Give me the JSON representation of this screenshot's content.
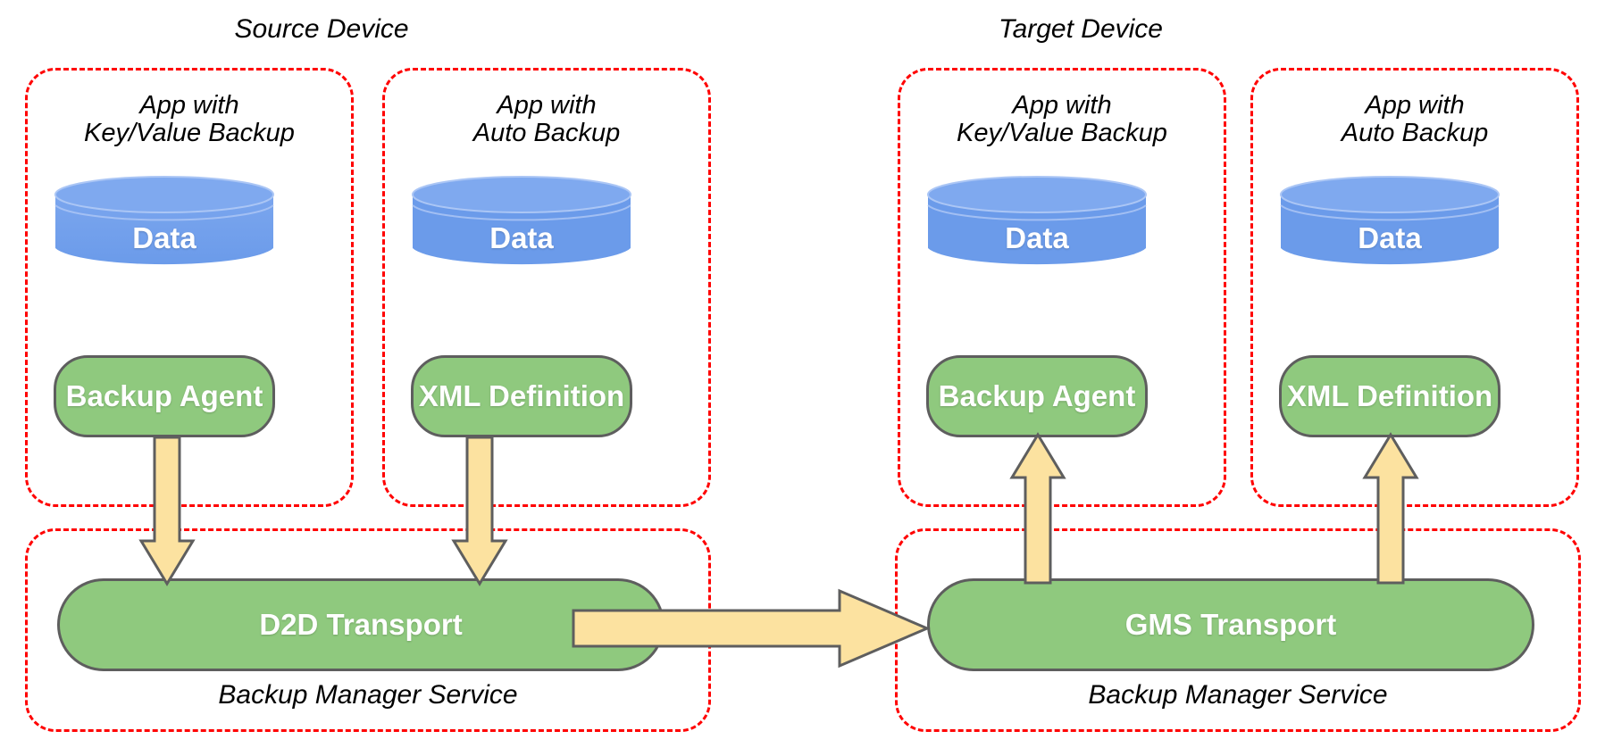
{
  "diagram": {
    "title_source": "Source Device",
    "title_target": "Target Device",
    "colors": {
      "panel_border": "#ff0000",
      "cylinder_fill": "#6B9BEA",
      "box_fill": "#8FC97E",
      "box_border": "#5E5E5E",
      "arrow_fill": "#FCE2A0",
      "arrow_border": "#5E5E5E",
      "text_on_shape": "#ffffff",
      "text_plain": "#000000"
    },
    "source_device": {
      "apps": [
        {
          "label": "App with\nKey/Value Backup",
          "data_label": "Data",
          "component_label": "Backup Agent"
        },
        {
          "label": "App with\nAuto Backup",
          "data_label": "Data",
          "component_label": "XML Definition"
        }
      ],
      "service": {
        "transport_label": "D2D Transport",
        "service_label": "Backup Manager Service"
      }
    },
    "target_device": {
      "apps": [
        {
          "label": "App with\nKey/Value Backup",
          "data_label": "Data",
          "component_label": "Backup Agent"
        },
        {
          "label": "App with\nAuto Backup",
          "data_label": "Data",
          "component_label": "XML Definition"
        }
      ],
      "service": {
        "transport_label": "GMS Transport",
        "service_label": "Backup Manager Service"
      }
    },
    "arrows": [
      {
        "name": "source-backup-agent-to-d2d",
        "direction": "down"
      },
      {
        "name": "source-xml-definition-to-d2d",
        "direction": "down"
      },
      {
        "name": "d2d-to-gms-transport",
        "direction": "right"
      },
      {
        "name": "gms-to-target-backup-agent",
        "direction": "up"
      },
      {
        "name": "gms-to-target-xml-definition",
        "direction": "up"
      }
    ]
  }
}
